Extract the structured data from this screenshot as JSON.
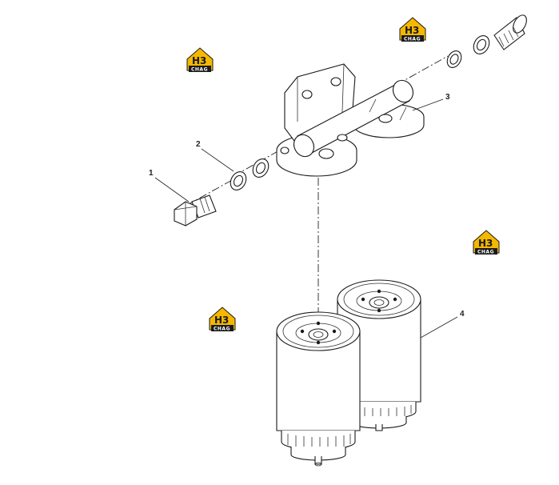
{
  "diagram": {
    "callouts": [
      {
        "id": "1",
        "label": "1"
      },
      {
        "id": "2",
        "label": "2"
      },
      {
        "id": "3",
        "label": "3"
      },
      {
        "id": "4",
        "label": "4"
      }
    ]
  },
  "watermark": {
    "brand": "H3",
    "sub": "CHAG",
    "colors": {
      "accent": "#f5b800",
      "dark": "#1a1a1a"
    }
  }
}
